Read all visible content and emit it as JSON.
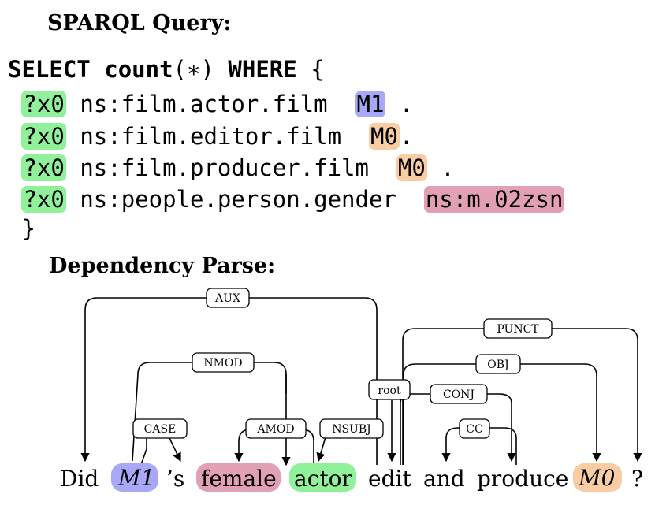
{
  "sparql": {
    "heading": "SPARQL Query:",
    "select_kw": "SELECT",
    "count_kw": "count",
    "count_args": "(∗)",
    "where_kw": "WHERE",
    "open_brace": "{",
    "close_brace": "}",
    "triples": [
      {
        "subject": "?x0",
        "predicate": "ns:film.actor.film",
        "object": "M1",
        "terminator": "."
      },
      {
        "subject": "?x0",
        "predicate": "ns:film.editor.film",
        "object": "M0",
        "terminator": "."
      },
      {
        "subject": "?x0",
        "predicate": "ns:film.producer.film",
        "object": "M0",
        "terminator": "."
      },
      {
        "subject": "?x0",
        "predicate": "ns:people.person.gender",
        "object": "ns:m.02zsn",
        "terminator": ""
      }
    ]
  },
  "dependency": {
    "heading": "Dependency Parse:",
    "words": [
      "Did",
      "M1",
      "’s",
      "female",
      "actor",
      "edit",
      "and",
      "produce",
      "M0",
      "?"
    ],
    "relations": [
      "AUX",
      "PUNCT",
      "NMOD",
      "OBJ",
      "root",
      "CONJ",
      "CASE",
      "AMOD",
      "NSUBJ",
      "CC"
    ]
  },
  "colors": {
    "variable": "#90f19a",
    "m1": "#a8a8f8",
    "m0": "#f9cda4",
    "gender": "#e1a0b3"
  }
}
